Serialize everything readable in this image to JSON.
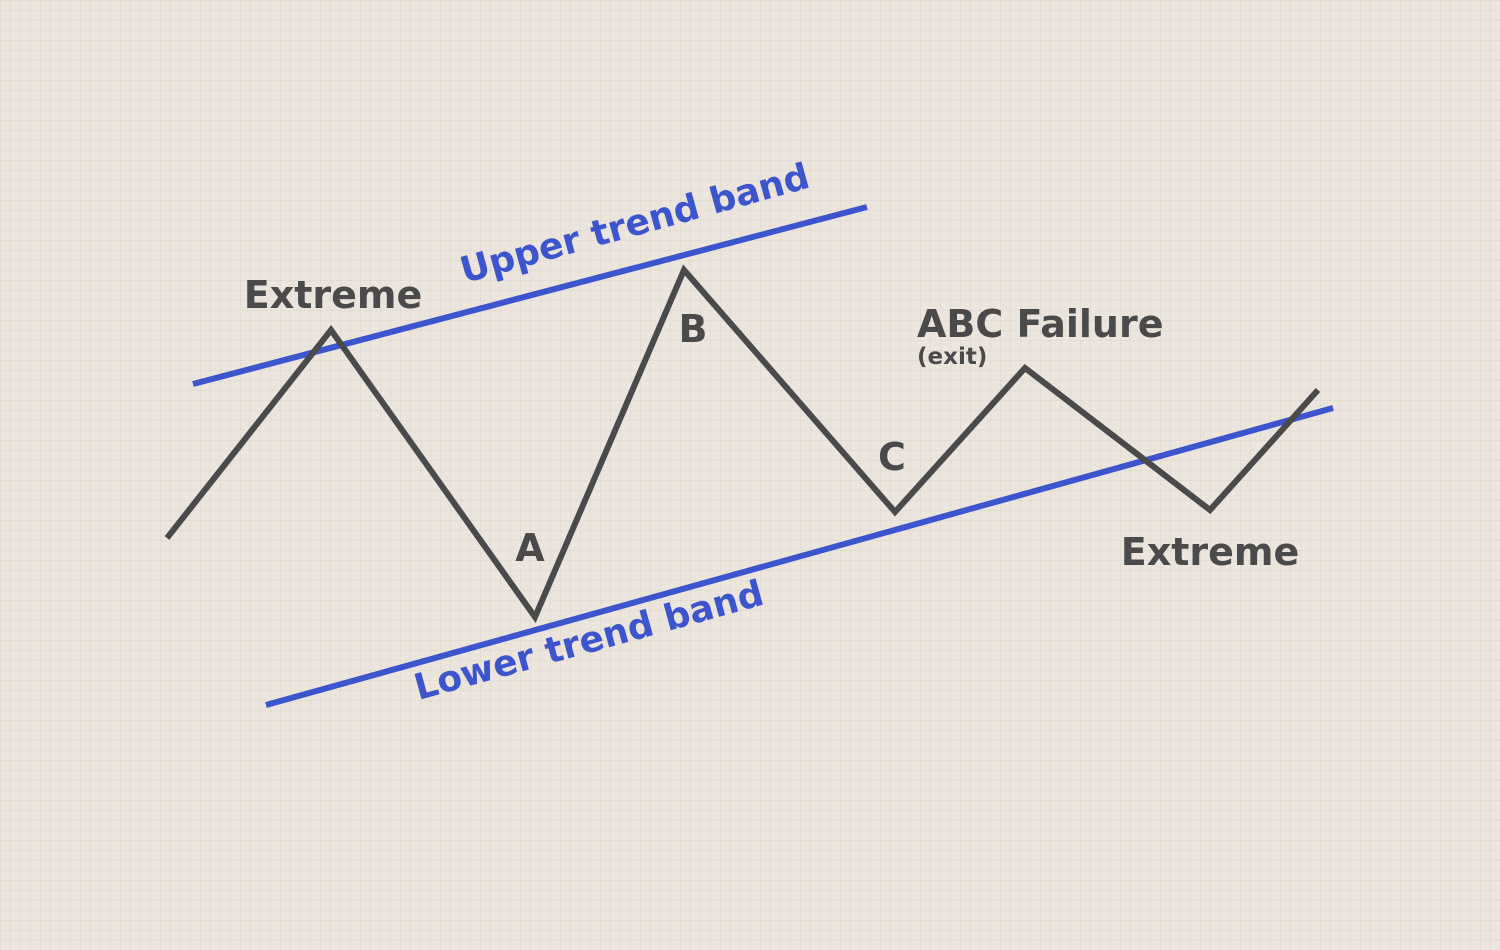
{
  "colors": {
    "background": "#ebe5dd",
    "price_line": "#4a4a4a",
    "trend_band": "#3d55cc",
    "label_text": "#4a4a4a"
  },
  "labels": {
    "extreme_left": "Extreme",
    "extreme_right": "Extreme",
    "point_a": "A",
    "point_b": "B",
    "point_c": "C",
    "abc_failure": "ABC Failure",
    "abc_failure_note": "(exit)",
    "upper_band": "Upper trend band",
    "lower_band": "Lower trend band"
  }
}
